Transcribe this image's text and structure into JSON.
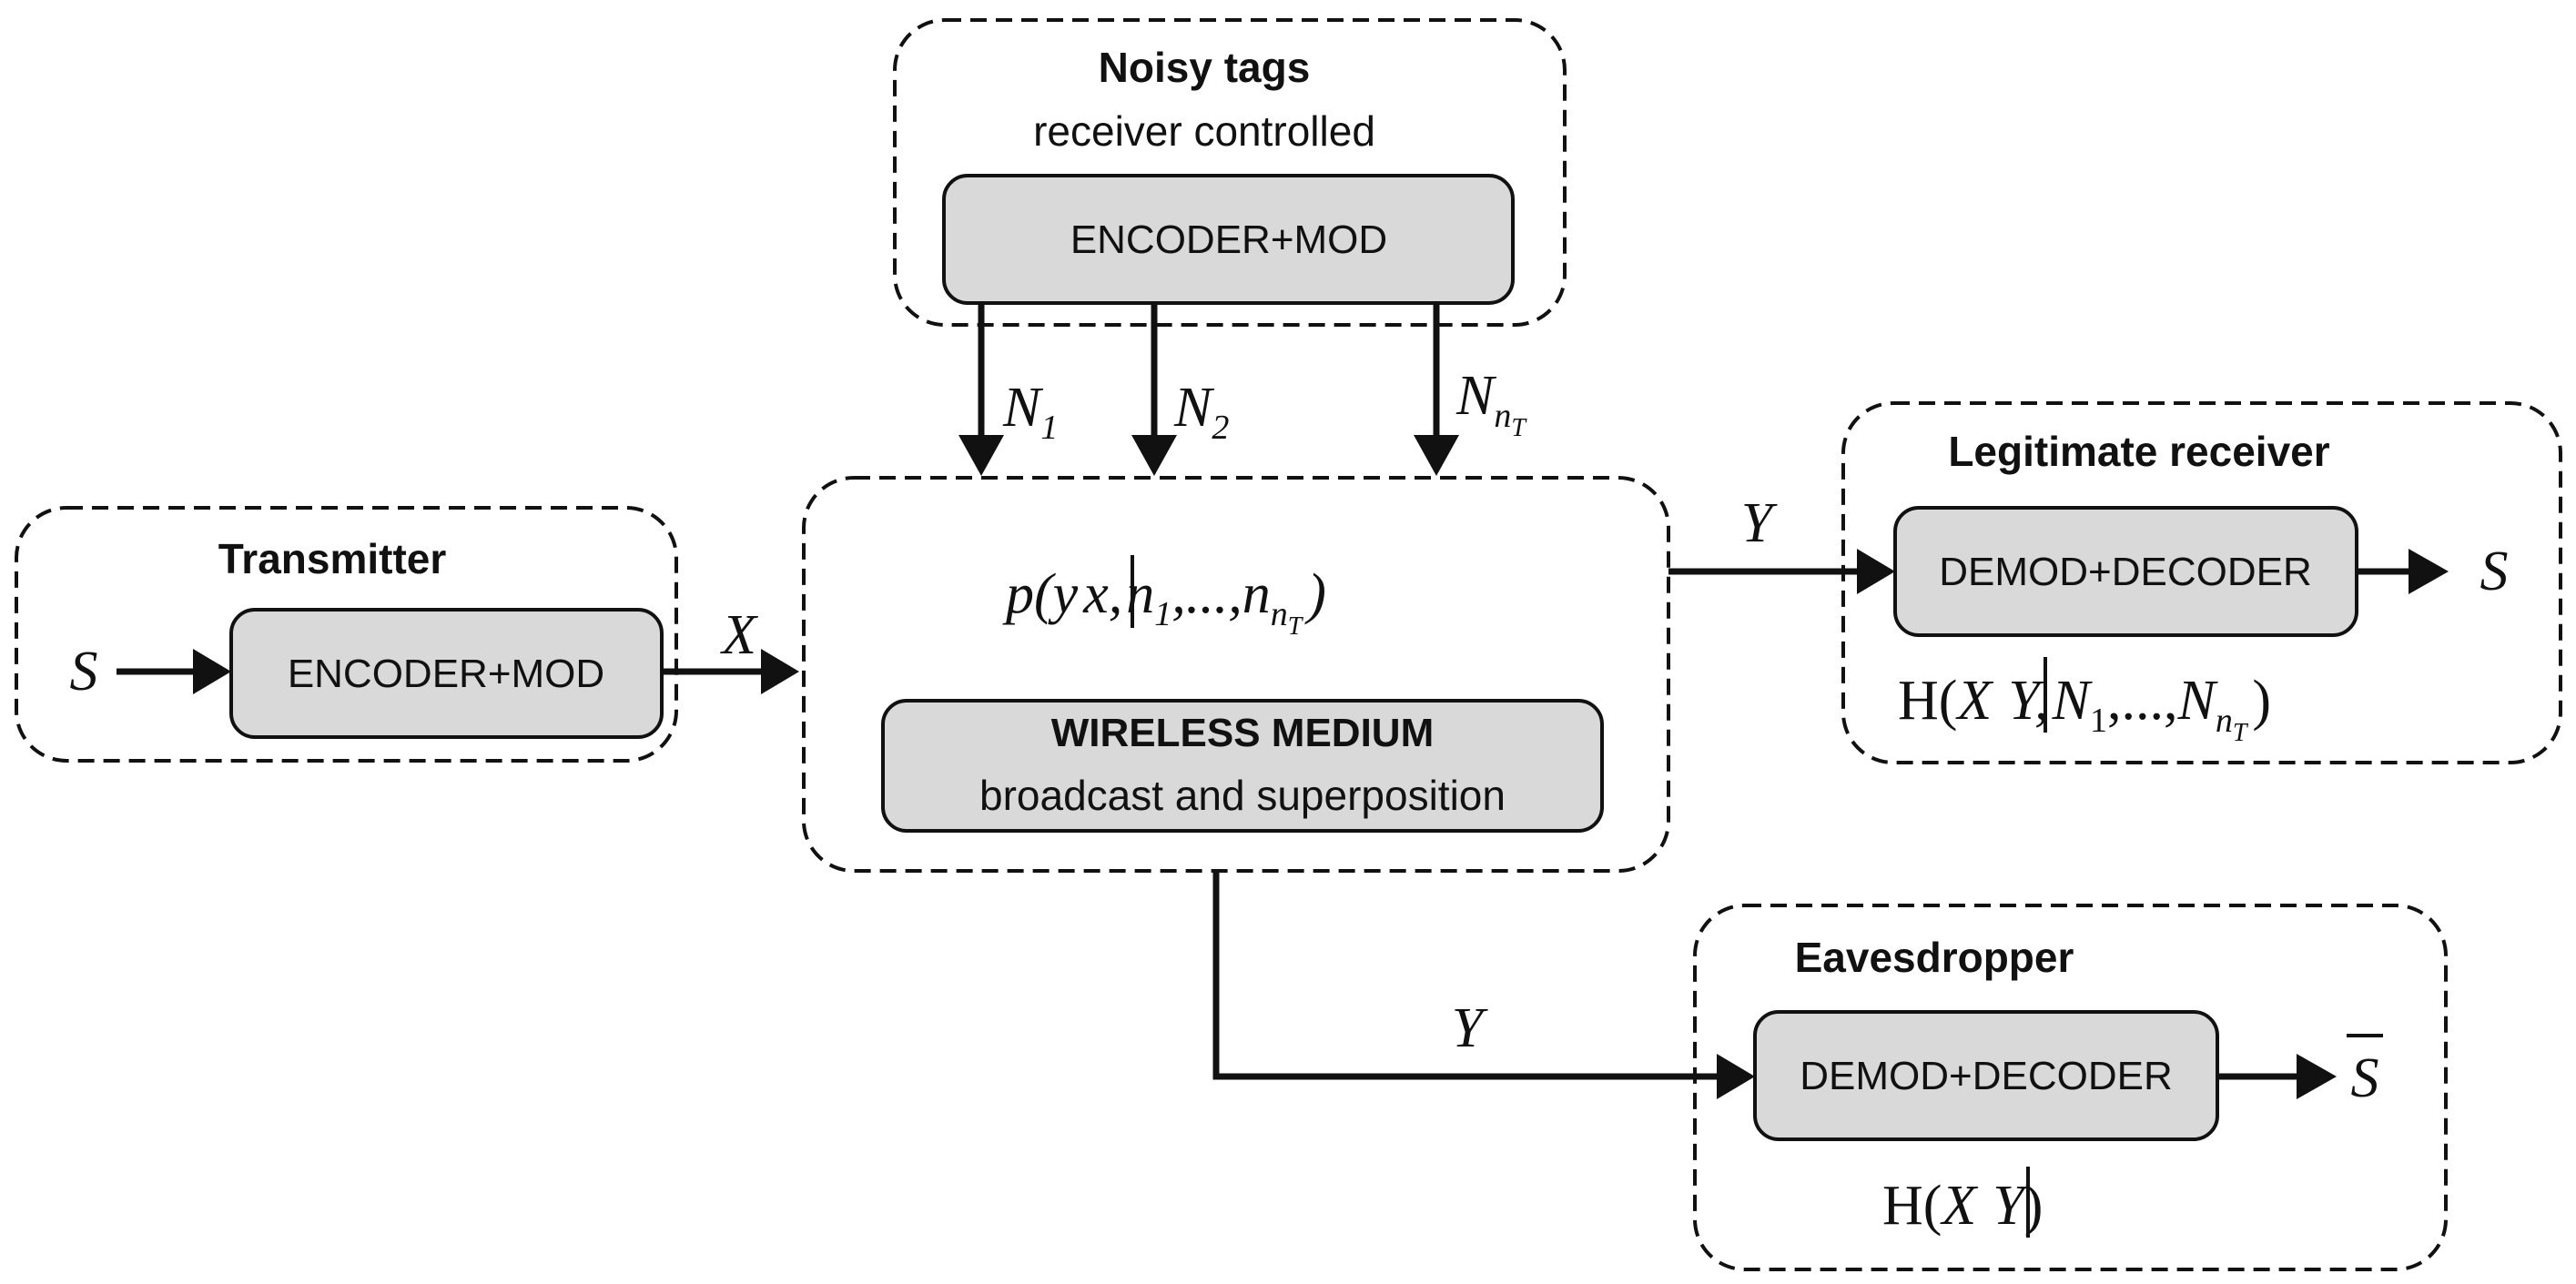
{
  "noisy_tags": {
    "title": "Noisy tags",
    "subtitle": "receiver controlled",
    "block": "ENCODER+MOD",
    "labels": [
      "N",
      "N",
      "N"
    ],
    "subscripts": [
      "1",
      "2",
      "n"
    ],
    "subsubscript": "T"
  },
  "transmitter": {
    "title": "Transmitter",
    "block": "ENCODER+MOD",
    "input": "S",
    "output": "X"
  },
  "channel": {
    "formula_start": "p(",
    "y": "y",
    "x": "x,",
    "n": "n",
    "sub1": "1",
    "dots": ",...,",
    "n2": "n",
    "sub_n": "n",
    "sub_T": "T",
    "close": ")",
    "block_title": "WIRELESS MEDIUM",
    "block_subtitle": "broadcast and superposition"
  },
  "legit_receiver": {
    "title": "Legitimate receiver",
    "block": "DEMOD+DECODER",
    "input": "Y",
    "output": "S",
    "entropy_H": "H(",
    "entropy_X": "X",
    "entropy_Y": "Y,",
    "entropy_N": "N",
    "entropy_sub1": "1",
    "entropy_dots": ",...,",
    "entropy_N2": "N",
    "entropy_sub_n": "n",
    "entropy_sub_T": "T",
    "entropy_close": ")"
  },
  "eavesdropper": {
    "title": "Eavesdropper",
    "block": "DEMOD+DECODER",
    "input": "Y",
    "output": "S",
    "entropy_H": "H(",
    "entropy_X": "X",
    "entropy_Y": "Y",
    "entropy_close": ")"
  }
}
